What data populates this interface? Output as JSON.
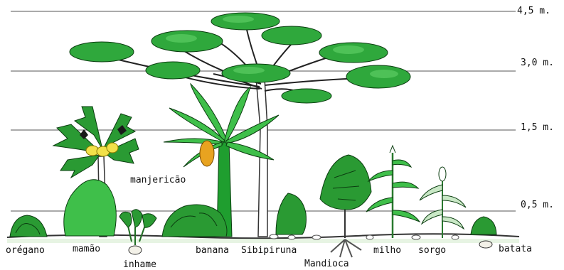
{
  "height_levels": [
    {
      "label": "4,5 m."
    },
    {
      "label": "3,0 m."
    },
    {
      "label": "1,5 m."
    },
    {
      "label": "0,5 m."
    }
  ],
  "plants": [
    {
      "label": "orégano"
    },
    {
      "label": "mamão"
    },
    {
      "label": "inhame"
    },
    {
      "label": "manjericão"
    },
    {
      "label": "banana"
    },
    {
      "label": "Sibipiruna"
    },
    {
      "label": "Mandioca"
    },
    {
      "label": "milho"
    },
    {
      "label": "sorgo"
    },
    {
      "label": "batata"
    }
  ],
  "colors": {
    "foliage": "#1f9e2f",
    "foliage_light": "#3fbf4a",
    "outline": "#0b3d10",
    "trunk": "#ffffff",
    "papaya_fruit": "#f2e14a",
    "banana_fruit": "#e8a320",
    "level_line": "#444444"
  }
}
